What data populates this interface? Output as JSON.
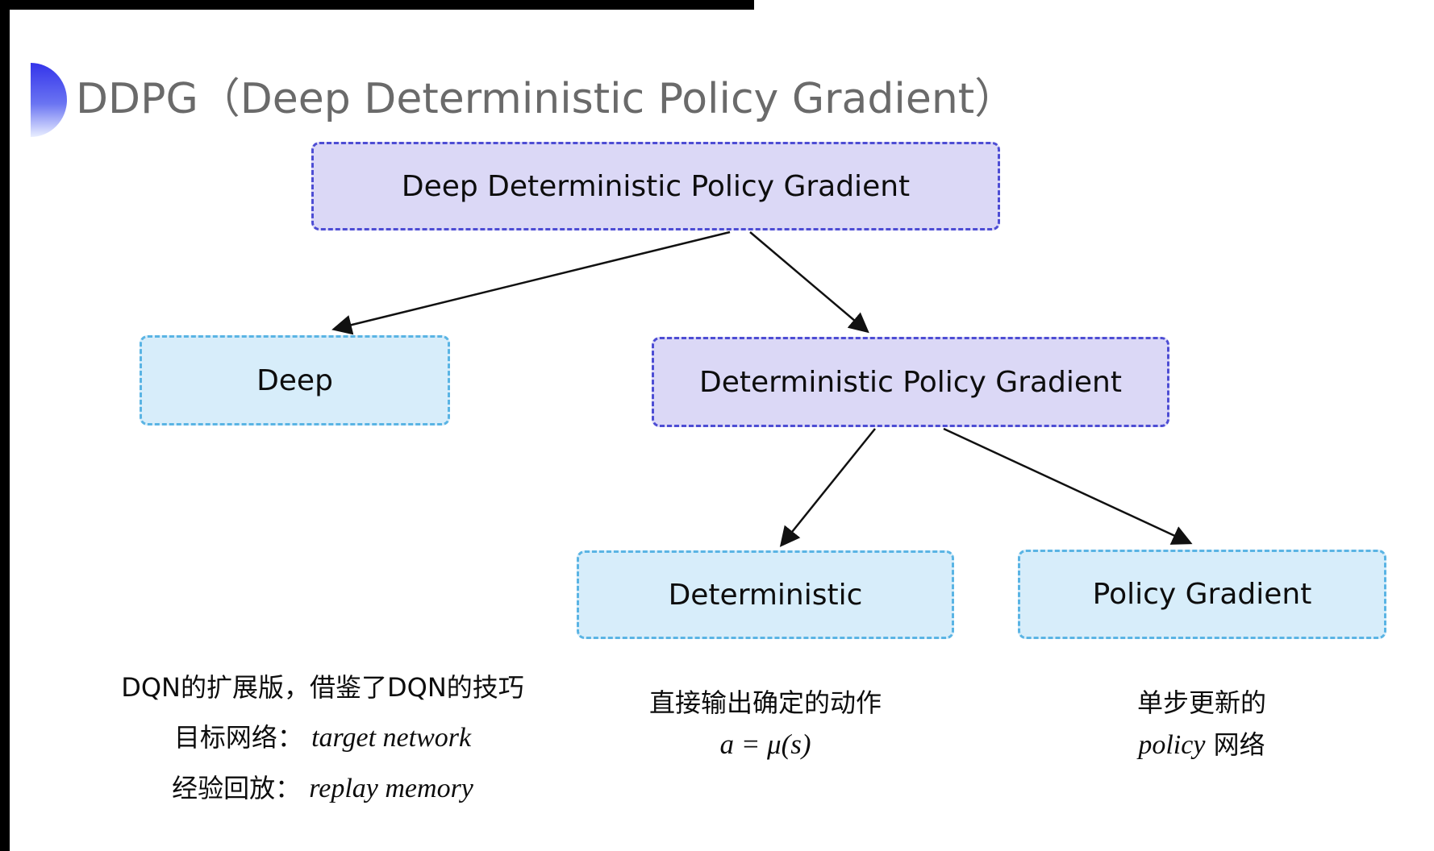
{
  "window": {
    "edge_color": "#000000"
  },
  "header": {
    "title": "DDPG（Deep Deterministic Policy Gradient）",
    "icon": "half-circle-gradient",
    "title_color": "#6a6a6a",
    "accent_color": "#3434ea"
  },
  "colors": {
    "purple_fill": "#dbd8f6",
    "purple_border": "#4d4dd4",
    "cyan_fill": "#d7edfa",
    "cyan_border": "#5ab4e4",
    "arrow": "#111111",
    "text": "#0d0d0d"
  },
  "tree": {
    "root": {
      "label": "Deep Deterministic Policy Gradient",
      "style": "purple"
    },
    "deep": {
      "label": "Deep",
      "style": "cyan"
    },
    "dpg": {
      "label": "Deterministic Policy Gradient",
      "style": "purple"
    },
    "deterministic": {
      "label": "Deterministic",
      "style": "cyan"
    },
    "policy_gradient": {
      "label": "Policy Gradient",
      "style": "cyan"
    }
  },
  "notes": {
    "deep": {
      "line1": "DQN的扩展版，借鉴了DQN的技巧",
      "line2_label": "目标网络：",
      "line2_term": "target network",
      "line3_label": "经验回放：",
      "line3_term": "replay memory"
    },
    "deterministic": {
      "line1": "直接输出确定的动作",
      "formula": "a = μ(s)"
    },
    "policy_gradient": {
      "line1": "单步更新的",
      "line2_term": "policy",
      "line2_label": " 网络"
    }
  }
}
